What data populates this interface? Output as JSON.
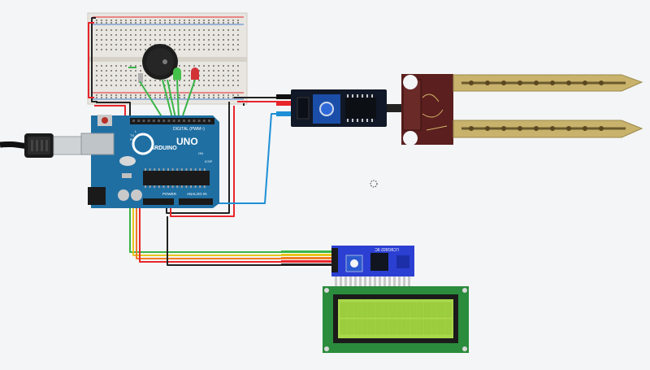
{
  "arduino": {
    "brand": "ARDUINO",
    "model": "UNO",
    "digital_label": "DIGITAL (PWM~)",
    "power_label": "POWER",
    "analog_label": "ANALOG IN",
    "icsp_label": "ICSP",
    "tx_label": "TX",
    "rx_label": "RX",
    "l_label": "L",
    "on_label": "ON"
  },
  "lcd_module": {
    "backpack_label": "LCM1602 IIC"
  },
  "colors": {
    "wire_red": "#e8252b",
    "wire_black": "#222222",
    "wire_green": "#38b548",
    "wire_yellow": "#e8c51c",
    "wire_orange": "#ef7d23",
    "wire_blue": "#1e8fd6",
    "arduino_board": "#1f6fa3",
    "lcd_screen": "#a8d84a",
    "lcd_pcb": "#2a8c3c",
    "breadboard": "#e8e6e1",
    "probe_pcb": "#5a1f1e",
    "probe_gold": "#c8b26c"
  },
  "icons": {
    "usb": "usb-cable-icon",
    "cursor": "cursor-ring-icon"
  }
}
